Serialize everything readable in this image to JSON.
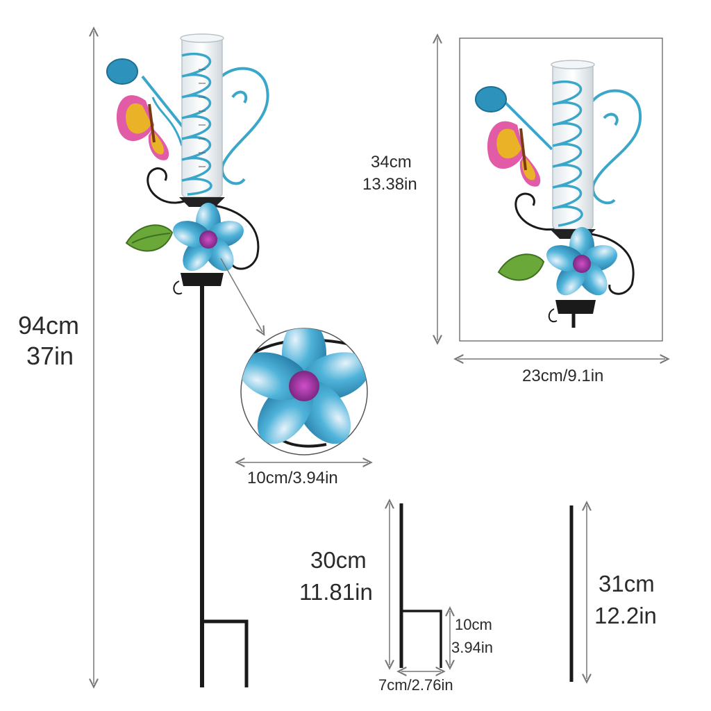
{
  "main_product": {
    "height_cm": "94cm",
    "height_in": "37in"
  },
  "detail_flower": {
    "width": "10cm/3.94in"
  },
  "top_assembly": {
    "height_cm": "34cm",
    "height_in": "13.38in",
    "width": "23cm/9.1in"
  },
  "stake_bottom": {
    "height_cm": "30cm",
    "height_in": "11.81in",
    "foot_height_cm": "10cm",
    "foot_height_in": "3.94in",
    "foot_width": "7cm/2.76in"
  },
  "stake_rod": {
    "height_cm": "31cm",
    "height_in": "12.2in"
  },
  "colors": {
    "metal_blue": "#3aa6c9",
    "flower_purple": "#8e2c8f",
    "butterfly_yellow": "#e9b227",
    "butterfly_pink": "#e25ba6",
    "leaf_green": "#6aa83a",
    "stake_black": "#1a1a1a",
    "dimension_line": "#777777"
  }
}
